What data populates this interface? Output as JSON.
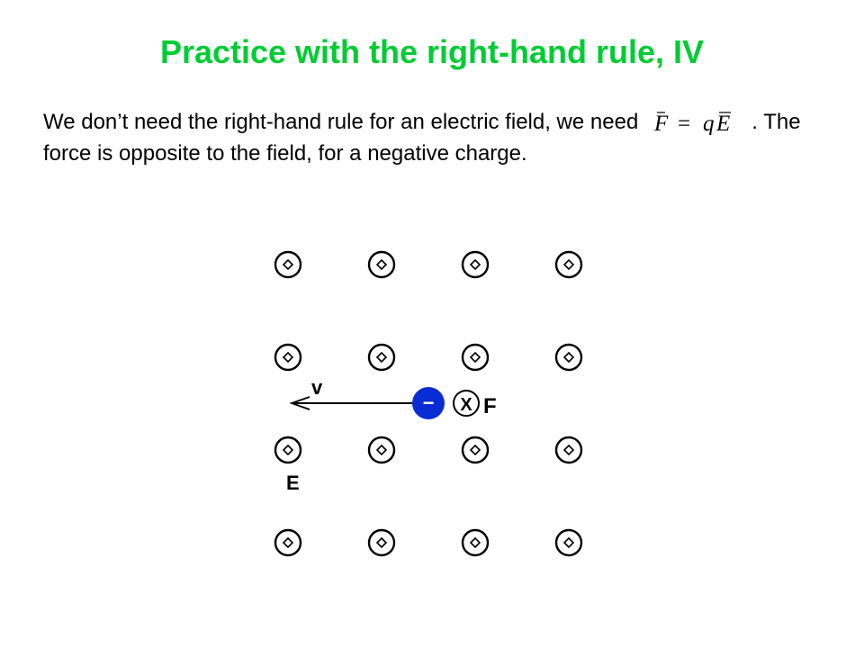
{
  "slide": {
    "title": "Practice with the right-hand rule, IV",
    "body_part1": "We don’t need the right-hand rule for an electric field, we need",
    "body_part2": ". The force is opposite to the field, for a negative charge.",
    "formula": {
      "lhs": "F",
      "equals": "=",
      "coefficient": "q",
      "rhs": "E"
    }
  },
  "diagram": {
    "field_symbol": "out-of-page-dot-icon",
    "field_grid": {
      "rows": 4,
      "cols": 4
    },
    "velocity_label": "v",
    "field_label": "E",
    "force_label": "F",
    "force_symbol_text": "X",
    "charge_sign": "−",
    "colors": {
      "title": "#00cc33",
      "charge": "#0a2cd4",
      "ink": "#000000"
    }
  }
}
